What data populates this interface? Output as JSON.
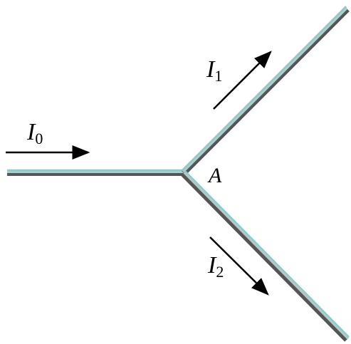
{
  "diagram": {
    "node": {
      "label": "A"
    },
    "currents": [
      {
        "id": "incoming",
        "symbol": "I",
        "subscript": "0"
      },
      {
        "id": "branch-upper",
        "symbol": "I",
        "subscript": "1"
      },
      {
        "id": "branch-lower",
        "symbol": "I",
        "subscript": "2"
      }
    ]
  },
  "colors": {
    "wire_highlight": "#7fcfcf",
    "wire_shadow": "#555555",
    "wire_core": "#b8c8c8",
    "arrow": "#000000",
    "background": "#ffffff"
  }
}
